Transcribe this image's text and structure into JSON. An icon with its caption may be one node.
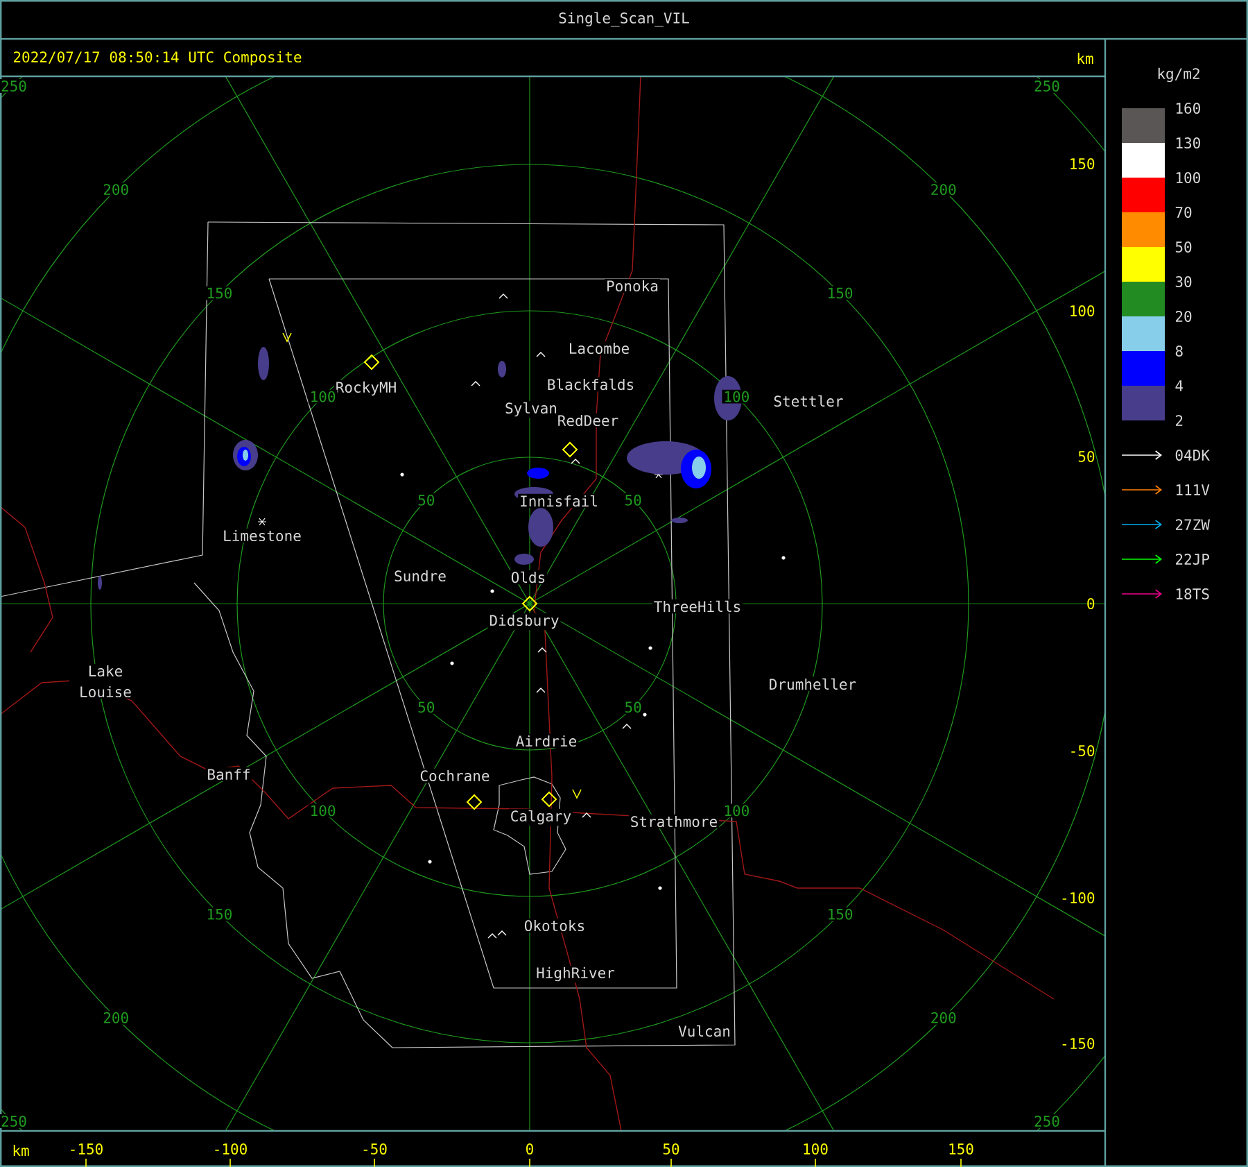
{
  "diagram": {
    "title": "Single_Scan_VIL",
    "labels": [
      "2022/07/17 08:50:14 UTC Composite",
      "km",
      "150",
      "100",
      "50",
      "0",
      "-50",
      "-100",
      "-150",
      "Ponoka",
      "Lacombe",
      "RockyMH",
      "Blackfalds",
      "Sylvan",
      "RedDeer",
      "Stettler",
      "Innisfail",
      "Limestone",
      "Sundre",
      "Olds",
      "Didsbury",
      "ThreeHills",
      "Lake Louise",
      "Drumheller",
      "Airdrie",
      "Banff",
      "Cochrane",
      "Calgary",
      "Strathmore",
      "Okotoks",
      "HighRiver",
      "Vulcan",
      "50",
      "50",
      "50",
      "50",
      "100",
      "100",
      "100",
      "100",
      "150",
      "150",
      "150",
      "150",
      "200",
      "200",
      "200",
      "200",
      "250",
      "250",
      "250",
      "250",
      "km",
      "-150",
      "-100",
      "-50",
      "0",
      "50",
      "100",
      "150",
      "kg/m2",
      "2"
    ],
    "legend": [
      {
        "text": "160",
        "color": "#5a5656"
      },
      {
        "text": "130",
        "color": "#ffffff"
      },
      {
        "text": "100",
        "color": "#ff0000"
      },
      {
        "text": "70",
        "color": "#ff8c00"
      },
      {
        "text": "50",
        "color": "#ffff00"
      },
      {
        "text": "30",
        "color": "#228b22"
      },
      {
        "text": "20",
        "color": "#87ceeb"
      },
      {
        "text": "8",
        "color": "#0000ff"
      },
      {
        "text": "4",
        "color": "#483d8b"
      },
      {
        "text": "04DK"
      },
      {
        "text": "111V"
      },
      {
        "text": "27ZW"
      },
      {
        "text": "22JP"
      },
      {
        "text": "18TS"
      }
    ]
  }
}
